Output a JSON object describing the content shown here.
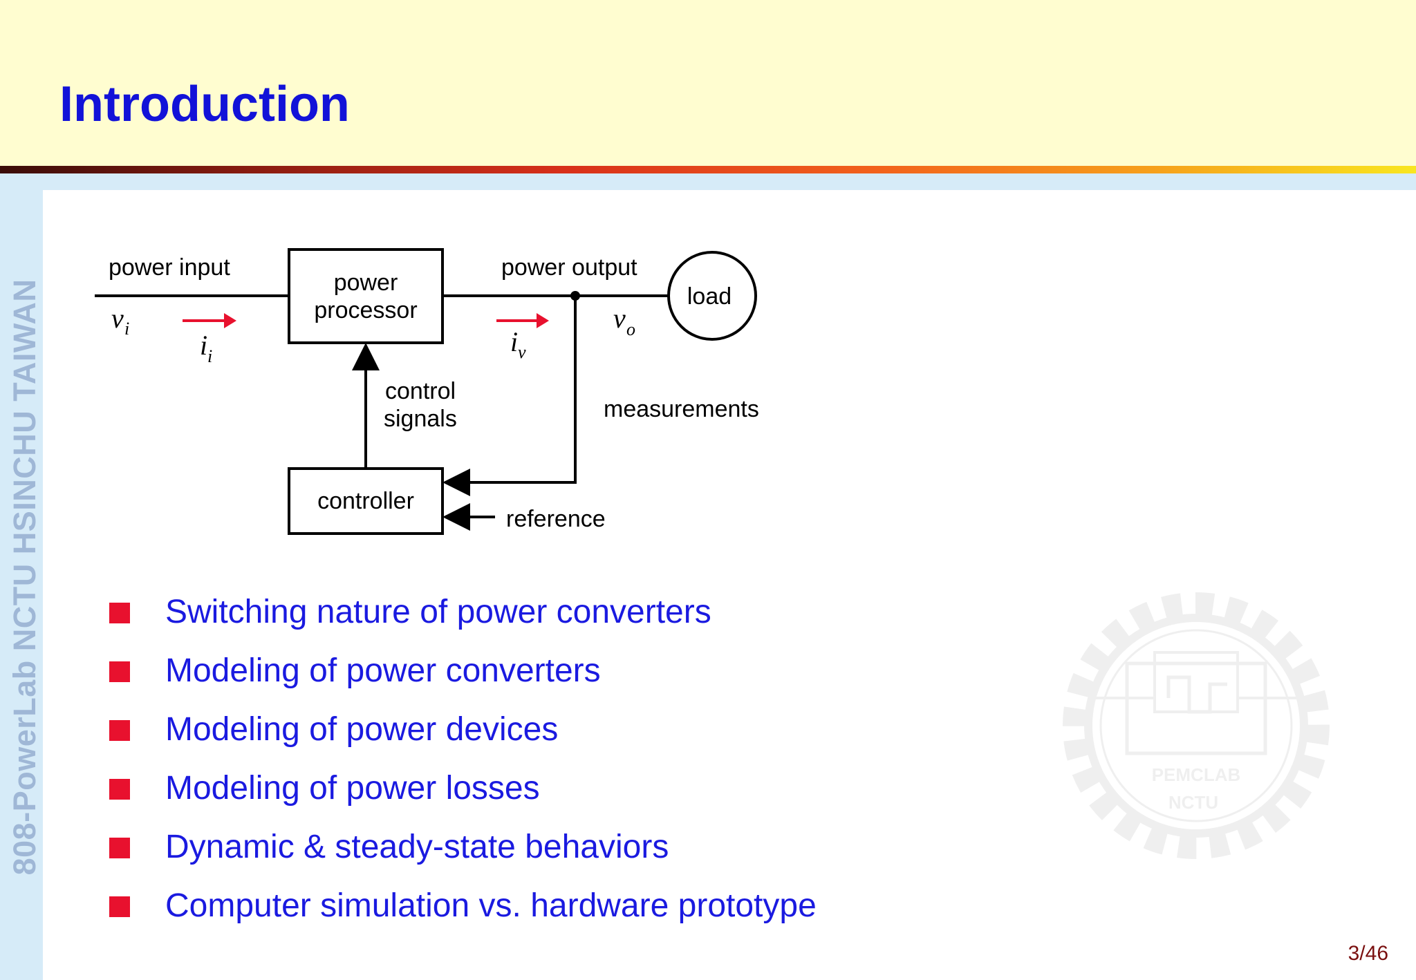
{
  "slide": {
    "title": "Introduction",
    "side_label": "808-PowerLab NCTU HSINCHU TAIWAN",
    "page": "3/46"
  },
  "diagram": {
    "power_input": "power input",
    "power_processor": [
      "power",
      "processor"
    ],
    "power_output": "power output",
    "load": "load",
    "control_signals": [
      "control",
      "signals"
    ],
    "measurements": "measurements",
    "controller": "controller",
    "reference": "reference",
    "vi": {
      "base": "v",
      "sub": "i"
    },
    "ii": {
      "base": "i",
      "sub": "i"
    },
    "iv": {
      "base": "i",
      "sub": "v"
    },
    "vo": {
      "base": "v",
      "sub": "o"
    }
  },
  "bullets": [
    "Switching nature of power converters",
    "Modeling of power converters",
    "Modeling of power devices",
    "Modeling of power losses",
    "Dynamic & steady-state behaviors",
    "Computer simulation vs. hardware prototype"
  ],
  "watermark": {
    "line1": "PEMCLAB",
    "line2": "NCTU"
  },
  "colors": {
    "title": "#1212d8",
    "bullet_text": "#1a1ae0",
    "bullet_mark": "#e8112e",
    "current_arrow": "#e8112e",
    "header_bg": "#fffdd0",
    "side_band": "#d6ebf8"
  }
}
